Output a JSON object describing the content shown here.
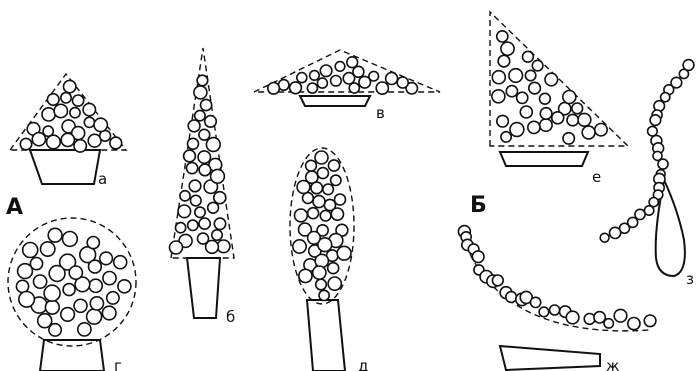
{
  "labels": {
    "group_a": "А",
    "group_b": "Б",
    "a": "а",
    "b": "б",
    "v": "в",
    "g": "г",
    "d": "д",
    "e": "е",
    "zh": "ж",
    "z": "з"
  }
}
